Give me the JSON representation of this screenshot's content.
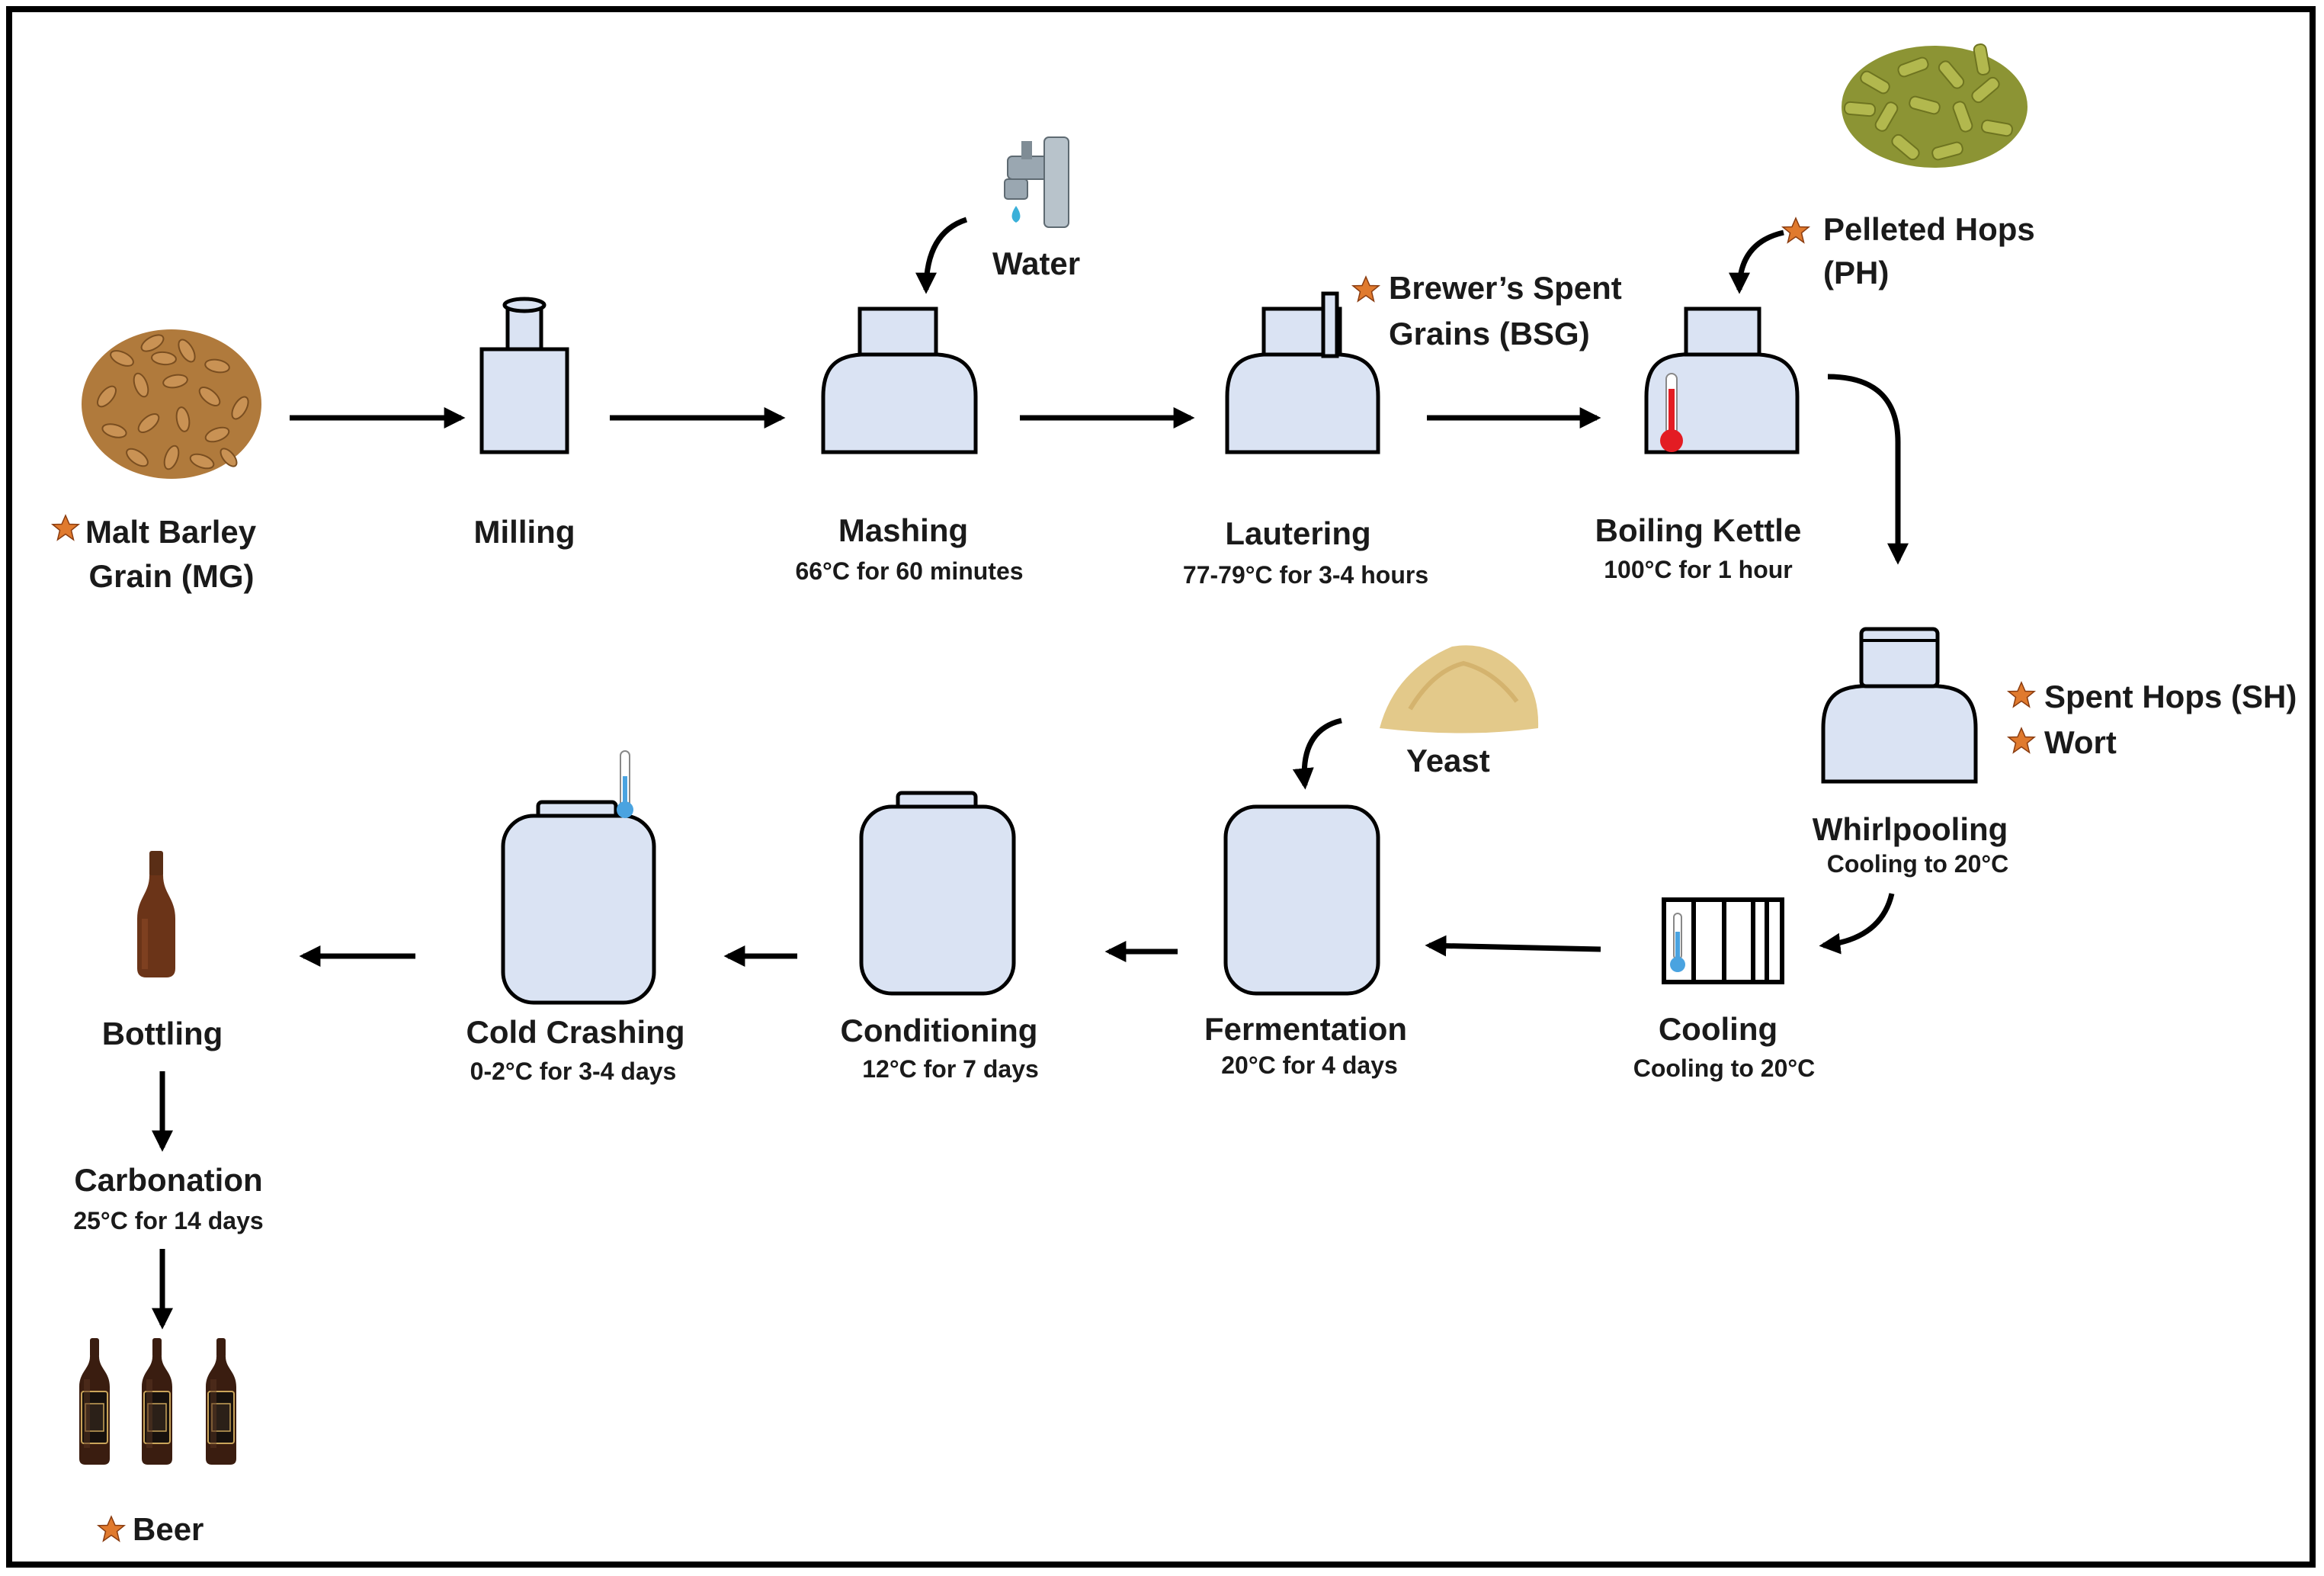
{
  "colors": {
    "vessel_fill": "#dae3f3",
    "star": "#e07a2e",
    "thermometer_hot": "#e31c23",
    "thermometer_cold": "#4aa3e0",
    "water_drop": "#3bb0d9",
    "hops": "#9aa23c",
    "yeast": "#e3c98a",
    "grain": "#b07a3c",
    "bottle": "#3a1d10"
  },
  "inputs": {
    "water": "Water",
    "bsg_line1": "Brewer’s Spent",
    "bsg_line2": "Grains (BSG)",
    "ph_line1": "Pelleted Hops",
    "ph_line2": "(PH)",
    "sh": "Spent Hops (SH)",
    "wort": "Wort",
    "yeast": "Yeast"
  },
  "steps": {
    "malt": {
      "line1": "Malt Barley",
      "line2": "Grain (MG)"
    },
    "milling": {
      "name": "Milling"
    },
    "mashing": {
      "name": "Mashing",
      "cond": "66°C for 60 minutes"
    },
    "lautering": {
      "name": "Lautering",
      "cond": "77-79°C for 3-4 hours"
    },
    "boiling": {
      "name": "Boiling Kettle",
      "cond": "100°C for 1 hour"
    },
    "whirlpooling": {
      "name": "Whirlpooling",
      "cond": "Cooling to 20°C"
    },
    "cooling": {
      "name": "Cooling",
      "cond": "Cooling to 20°C"
    },
    "fermentation": {
      "name": "Fermentation",
      "cond": "20°C for 4 days"
    },
    "conditioning": {
      "name": "Conditioning",
      "cond": "12°C for 7 days"
    },
    "coldcrash": {
      "name": "Cold Crashing",
      "cond": "0-2°C for 3-4 days"
    },
    "bottling": {
      "name": "Bottling"
    },
    "carbonation": {
      "name": "Carbonation",
      "cond": "25°C for 14 days"
    },
    "beer": {
      "name": "Beer"
    }
  },
  "icons": [
    "star-icon",
    "tap-icon",
    "grain-icon",
    "hops-pellets-icon",
    "yeast-powder-icon",
    "bottle-icon",
    "beer-bottles-icon",
    "thermometer-icon",
    "cooler-icon"
  ]
}
